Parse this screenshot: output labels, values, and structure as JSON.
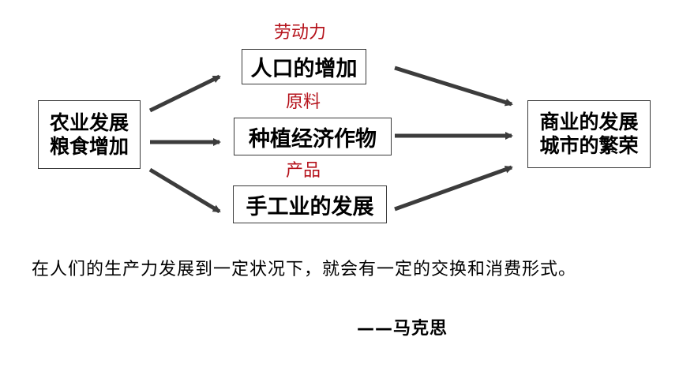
{
  "diagram": {
    "left_box": [
      "农业发展",
      "粮食增加"
    ],
    "middle_boxes": [
      {
        "label": "劳动力",
        "text": "人口的增加"
      },
      {
        "label": "原料",
        "text": "种植经济作物"
      },
      {
        "label": "产品",
        "text": "手工业的发展"
      }
    ],
    "right_box": [
      "商业的发展",
      "城市的繁荣"
    ],
    "colors": {
      "label": "#b5121b",
      "arrow": "#3c3c3c",
      "border": "#3a3a3a"
    }
  },
  "quote": {
    "text": "在人们的生产力发展到一定状况下，就会有一定的交换和消费形式。",
    "author": "——马克思"
  }
}
